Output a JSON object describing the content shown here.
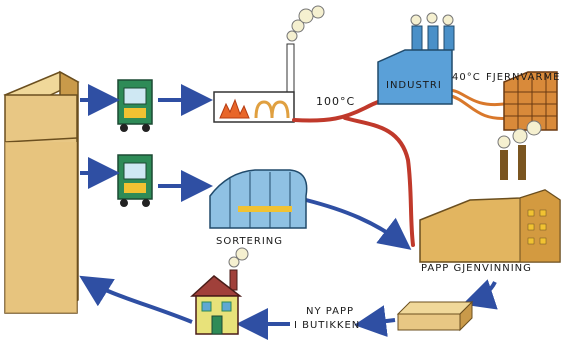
{
  "labels": {
    "temp_100": "100°C",
    "industri": "INDUSTRI",
    "temp_40": "40°C",
    "fjernvarme": "FJERNVARME",
    "sortering": "SORTERING",
    "papp_gjenvinning": "PAPP GJENVINNING",
    "ny_papp_line1": "NY PAPP",
    "ny_papp_line2": "I BUTIKKEN"
  },
  "colors": {
    "arrow_blue": "#2f4fa3",
    "pipe_red": "#c0392b",
    "pipe_orange": "#d9782b",
    "truck_green": "#2e8b57",
    "carton_tan": "#e8c784",
    "factory_blue": "#4a90c8",
    "house_roof": "#a0403a"
  }
}
